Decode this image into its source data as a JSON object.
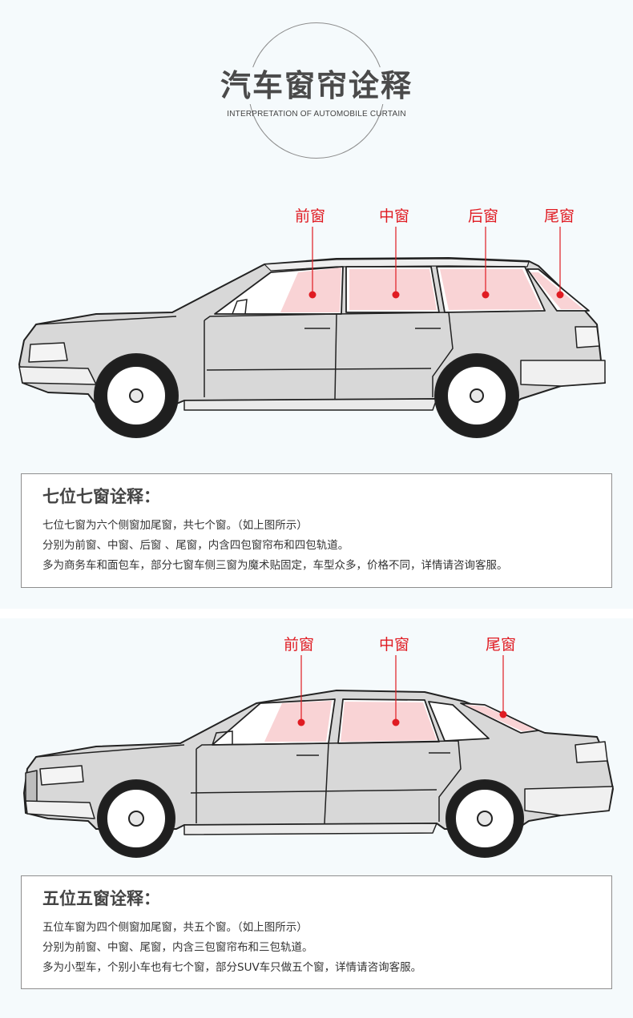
{
  "header": {
    "title": "汽车窗帘诠释",
    "subtitle": "INTERPRETATION OF AUTOMOBILE CURTAIN"
  },
  "section1": {
    "labels": [
      "前窗",
      "中窗",
      "后窗",
      "尾窗"
    ],
    "box": {
      "heading": "七位七窗诠释：",
      "lines": [
        "七位七窗为六个侧窗加尾窗，共七个窗。（如上图所示）",
        "分别为前窗、中窗、后窗 、尾窗，内含四包窗帘布和四包轨道。",
        "多为商务车和面包车，部分七窗车侧三窗为魔术贴固定，车型众多，价格不同，详情请咨询客服。"
      ]
    }
  },
  "section2": {
    "labels": [
      "前窗",
      "中窗",
      "尾窗"
    ],
    "box": {
      "heading": "五位五窗诠释：",
      "lines": [
        "五位车窗为四个侧窗加尾窗，共五个窗。（如上图所示）",
        "分别为前窗、中窗、尾窗，内含三包窗帘布和三包轨道。",
        "多为小型车，个别小车也有七个窗，部分SUV车只做五个窗，详情请咨询客服。"
      ]
    }
  },
  "colors": {
    "accent": "#e01b22",
    "window_fill": "#f9d3d5",
    "background": "#f5fafc"
  }
}
